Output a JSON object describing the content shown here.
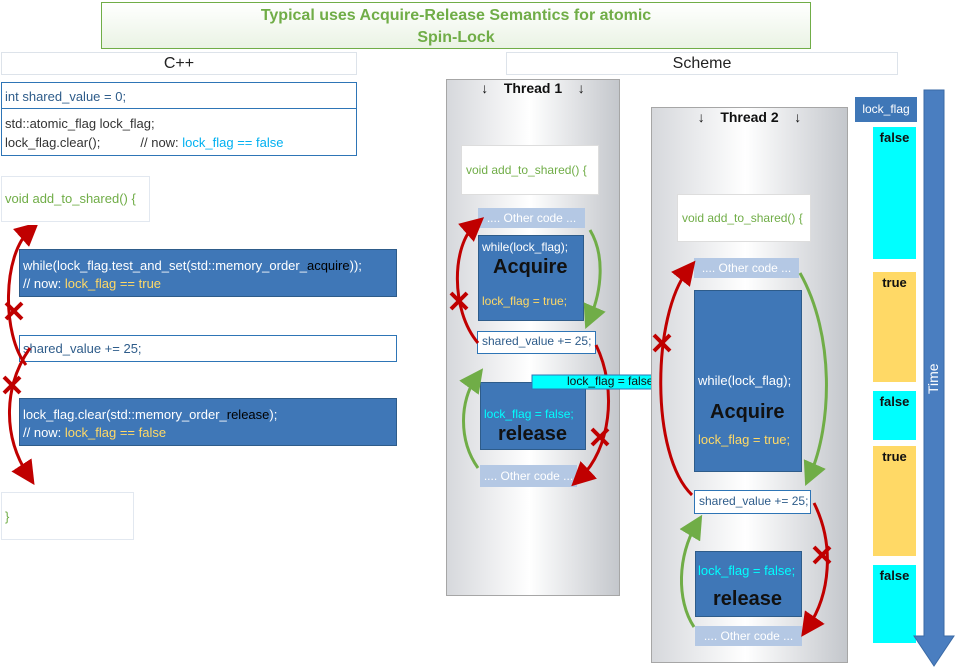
{
  "title": {
    "line1": "Typical uses Acquire-Release Semantics for atomic",
    "line2": "Spin-Lock"
  },
  "headers": {
    "cpp": "C++",
    "scheme": "Scheme"
  },
  "code": {
    "line_int": "int shared_value = 0;",
    "line_flag": "std::atomic_flag lock_flag;",
    "line_clear": "lock_flag.clear();",
    "comment_now": "// now: ",
    "cmp_false": "lock_flag == false",
    "cmp_true": "lock_flag == true",
    "func_open": "void add_to_shared() {",
    "while_pre": "while(lock_flag.test_and_set(std::memory_order_",
    "acquire_word": "acquire",
    "while_post": "));",
    "shared_add": "shared_value += 25;",
    "clear_pre": "lock_flag.clear(std::memory_order_",
    "release_word": "release",
    "clear_post": ");",
    "func_close": "}"
  },
  "thread1": {
    "header": "Thread 1",
    "arrow": "↓",
    "func": "void add_to_shared() {",
    "other_code": ".... Other code ...",
    "while": "while(lock_flag);",
    "acquire": "Acquire",
    "set_true": "lock_flag = true;",
    "shared": "shared_value += 25;",
    "set_false": "lock_flag = false;",
    "release": "release",
    "other_code_bottom": ".... Other code ..."
  },
  "handoff": "lock_flag = false;",
  "thread2": {
    "header": "Thread 2",
    "arrow": "↓",
    "func": "void add_to_shared() {",
    "other_code": ".... Other code ...",
    "while": "while(lock_flag);",
    "acquire": "Acquire",
    "set_true": "lock_flag = true;",
    "shared": "shared_value += 25;",
    "set_false": "lock_flag = false;",
    "release": "release",
    "other_code_bottom": ".... Other code ..."
  },
  "timeline": {
    "header": "lock_flag",
    "states": [
      "false",
      "true",
      "false",
      "true",
      "false"
    ],
    "time_label": "Time"
  },
  "colors": {
    "blue": "#3f77b7",
    "green": "#70ad47",
    "cyan": "#00ffff",
    "yellow": "#ffd966",
    "red": "#c00000"
  }
}
